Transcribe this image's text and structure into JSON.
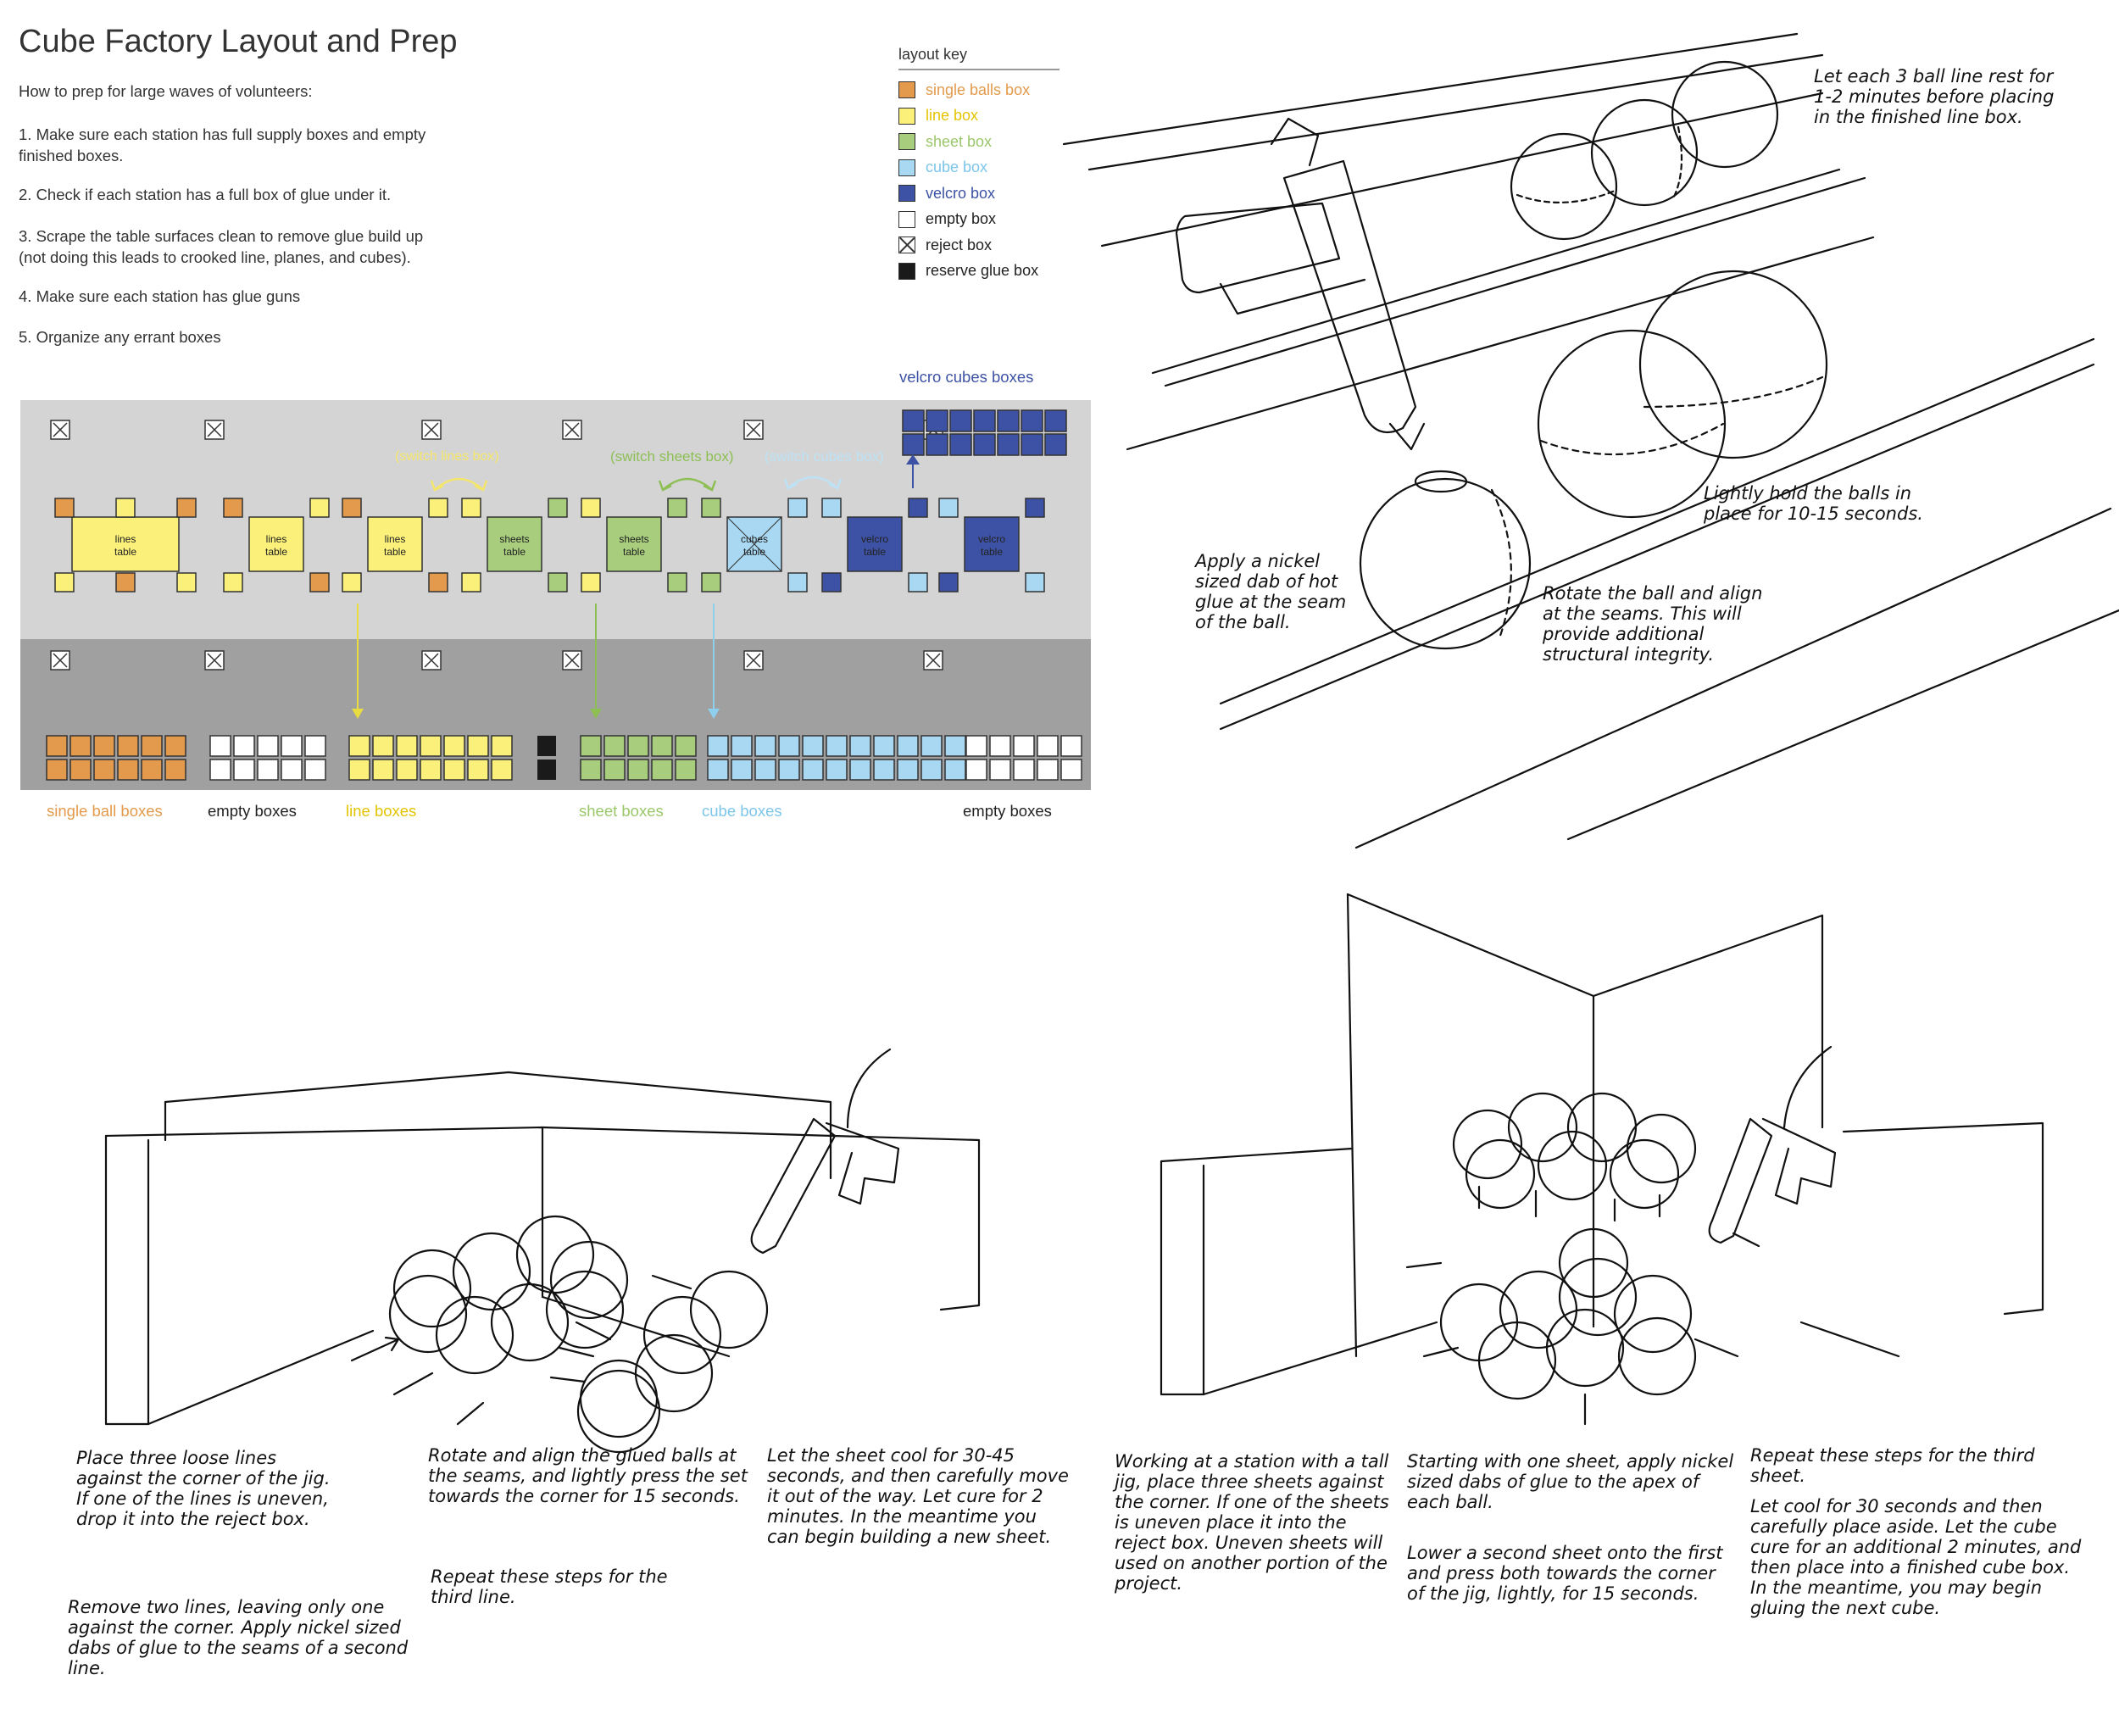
{
  "header": {
    "title": "Cube Factory Layout and Prep",
    "intro": "How to prep for large waves of volunteers:",
    "steps": [
      "1. Make sure each station has full supply boxes and empty finished boxes.",
      "2. Check if each station has a full box of glue under it.",
      "3. Scrape the table surfaces clean to remove glue build up (not doing this leads to crooked line, planes, and cubes).",
      "4. Make sure each station has glue guns",
      "5. Organize any errant boxes"
    ]
  },
  "colors": {
    "orange": "#E39A4C",
    "yellow": "#FBF07A",
    "green": "#A8CE7D",
    "lightblue": "#A9D8F2",
    "darkblue": "#3D52A4",
    "black": "#1A1A1A",
    "floor_light": "#D4D4D4",
    "floor_dark": "#A0A0A0"
  },
  "layout_key": {
    "title": "layout key",
    "items": [
      {
        "label": "single balls box",
        "swatch": "orange",
        "label_color": "#E39A4C"
      },
      {
        "label": "line box",
        "swatch": "yellow",
        "label_color": "#E4C400"
      },
      {
        "label": "sheet box",
        "swatch": "green",
        "label_color": "#9BC76B"
      },
      {
        "label": "cube box",
        "swatch": "lightblue",
        "label_color": "#7CC6EA"
      },
      {
        "label": "velcro box",
        "swatch": "darkblue",
        "label_color": "#3D52A4"
      },
      {
        "label": "empty box",
        "swatch": "white",
        "label_color": "#222222"
      },
      {
        "label": "reject box",
        "swatch": "reject",
        "label_color": "#222222"
      },
      {
        "label": "reserve glue box",
        "swatch": "black",
        "label_color": "#222222"
      }
    ]
  },
  "floorplan": {
    "velcro_cubes_label": "velcro cubes boxes",
    "switch_lines": "(switch lines box)",
    "switch_sheets": "(switch sheets box)",
    "switch_cubes": "(switch cubes box)",
    "tables": [
      {
        "line1": "lines",
        "line2": "table",
        "color": "yellow"
      },
      {
        "line1": "lines",
        "line2": "table",
        "color": "yellow"
      },
      {
        "line1": "lines",
        "line2": "table",
        "color": "yellow"
      },
      {
        "line1": "sheets",
        "line2": "table",
        "color": "green"
      },
      {
        "line1": "sheets",
        "line2": "table",
        "color": "green"
      },
      {
        "line1": "cubes",
        "line2": "table",
        "color": "lightblue"
      },
      {
        "line1": "velcro",
        "line2": "table",
        "color": "darkblue"
      },
      {
        "line1": "velcro",
        "line2": "table",
        "color": "darkblue"
      }
    ],
    "storage_labels": [
      {
        "text": "single ball boxes",
        "color": "#E39A4C"
      },
      {
        "text": "empty boxes",
        "color": "#222222"
      },
      {
        "text": "line boxes",
        "color": "#E4C400"
      },
      {
        "text": "sheet boxes",
        "color": "#9BC76B"
      },
      {
        "text": "cube boxes",
        "color": "#7CC6EA"
      },
      {
        "text": "empty boxes",
        "color": "#222222"
      }
    ]
  },
  "panel_line": {
    "step1": "Apply a nickel sized dab of hot glue at the seam of the ball.",
    "step2": "Rotate the ball and align at the seams. This will provide additional structural integrity.",
    "step3": "Lightly hold the balls in place for 10-15 seconds.",
    "step4": "Let each 3 ball line rest for 1-2 minutes before placing in the finished line box."
  },
  "panel_sheet": {
    "step1": "Place three loose lines against the corner of the jig. If one of the lines is uneven, drop it into the reject box.",
    "step2": "Remove two lines, leaving only one against the corner. Apply nickel sized dabs of glue to the seams of a second line.",
    "step3": "Rotate and align the glued balls at the seams, and lightly press the set towards the corner for 15 seconds.",
    "step4": "Repeat these steps for the third line.",
    "step5": "Let the sheet cool for 30-45 seconds, and then carefully move it out of the way. Let cure for 2 minutes. In the meantime you can begin building a new sheet."
  },
  "panel_cube": {
    "step1": "Working at a station with a tall jig, place three sheets against the corner. If one of the sheets is uneven place it into the reject box. Uneven sheets will used on another portion of the project.",
    "step2": "Starting with one sheet, apply nickel sized dabs of glue to the apex of each ball.",
    "step3": "Lower a second sheet onto the first and press both towards the corner of the jig, lightly, for 15 seconds.",
    "step4": "Repeat these steps for the third sheet.",
    "step5": "Let cool for 30 seconds and then carefully place aside. Let the cube cure for an additional 2 minutes, and then place into a finished cube box. In the meantime, you may begin gluing the next cube."
  }
}
